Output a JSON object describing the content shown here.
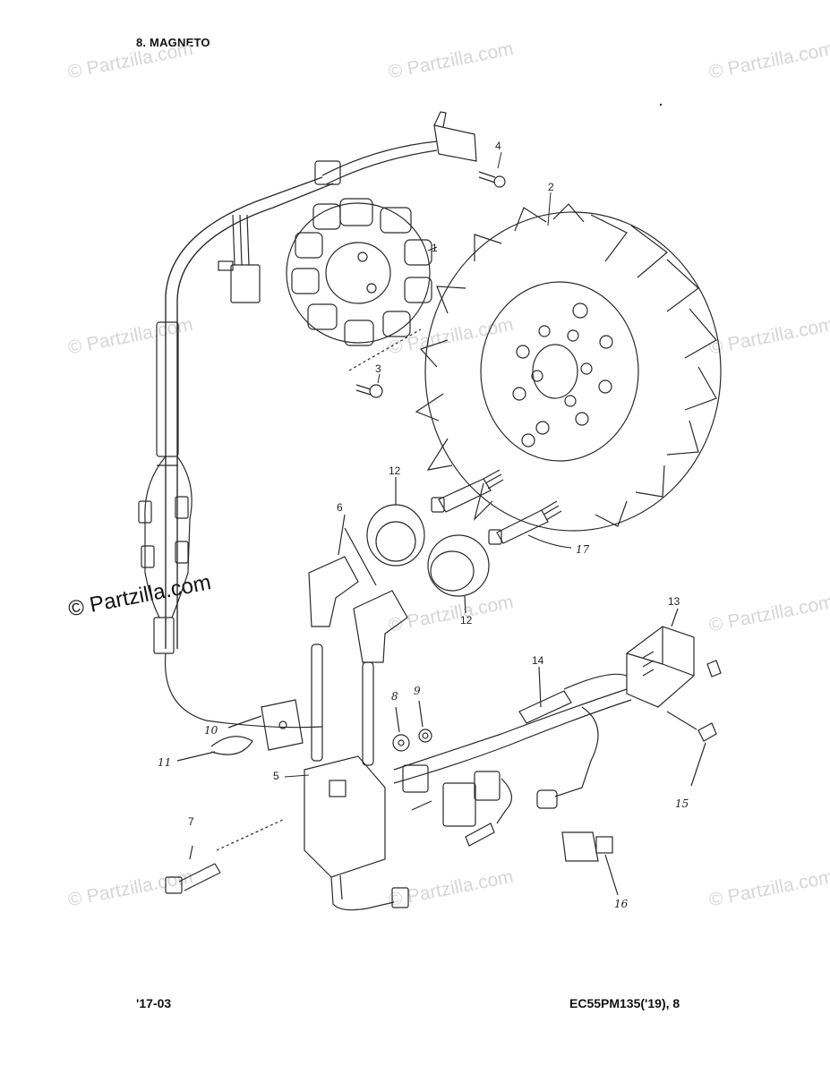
{
  "header": {
    "title": "8. MAGNETO"
  },
  "footer": {
    "left": "'17-03",
    "right": "EC55PM135('19), 8"
  },
  "watermark": {
    "text": "© Partzilla.com",
    "prominent_text": "© Partzilla.com"
  },
  "callouts": [
    "1",
    "2",
    "3",
    "4",
    "5",
    "6",
    "7",
    "8",
    "9",
    "10",
    "11",
    "12",
    "12",
    "13",
    "14",
    "15",
    "16",
    "17"
  ],
  "colors": {
    "ink": "#2a2a2a",
    "watermark": "#d6d6d6"
  }
}
